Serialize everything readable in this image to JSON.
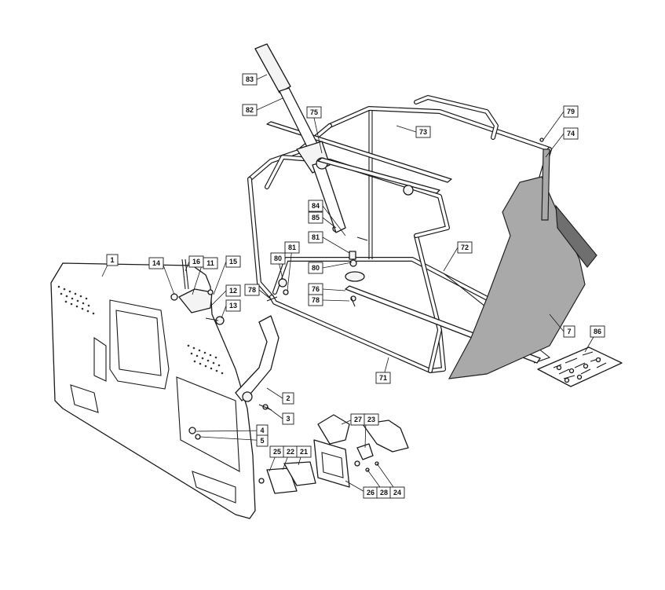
{
  "callouts": [
    {
      "id": "c83",
      "label": "83"
    },
    {
      "id": "c82",
      "label": "82"
    },
    {
      "id": "c75",
      "label": "75"
    },
    {
      "id": "c73",
      "label": "73"
    },
    {
      "id": "c79",
      "label": "79"
    },
    {
      "id": "c74",
      "label": "74"
    },
    {
      "id": "c84",
      "label": "84"
    },
    {
      "id": "c85",
      "label": "85"
    },
    {
      "id": "c81a",
      "label": "81"
    },
    {
      "id": "c80a",
      "label": "80"
    },
    {
      "id": "c81b",
      "label": "81"
    },
    {
      "id": "c80b",
      "label": "80"
    },
    {
      "id": "c72",
      "label": "72"
    },
    {
      "id": "c78a",
      "label": "78"
    },
    {
      "id": "c76",
      "label": "76"
    },
    {
      "id": "c78b",
      "label": "78"
    },
    {
      "id": "c7",
      "label": "7"
    },
    {
      "id": "c86",
      "label": "86"
    },
    {
      "id": "c71",
      "label": "71"
    },
    {
      "id": "c1",
      "label": "1"
    },
    {
      "id": "c14",
      "label": "14"
    },
    {
      "id": "c16",
      "label": "16"
    },
    {
      "id": "c11",
      "label": "11"
    },
    {
      "id": "c15",
      "label": "15"
    },
    {
      "id": "c12",
      "label": "12"
    },
    {
      "id": "c13",
      "label": "13"
    },
    {
      "id": "c2",
      "label": "2"
    },
    {
      "id": "c3",
      "label": "3"
    },
    {
      "id": "c4",
      "label": "4"
    },
    {
      "id": "c5",
      "label": "5"
    },
    {
      "id": "c27",
      "label": "27"
    },
    {
      "id": "c23",
      "label": "23"
    },
    {
      "id": "c25",
      "label": "25"
    },
    {
      "id": "c22",
      "label": "22"
    },
    {
      "id": "c21",
      "label": "21"
    },
    {
      "id": "c26",
      "label": "26"
    },
    {
      "id": "c28",
      "label": "28"
    },
    {
      "id": "c24",
      "label": "24"
    }
  ]
}
